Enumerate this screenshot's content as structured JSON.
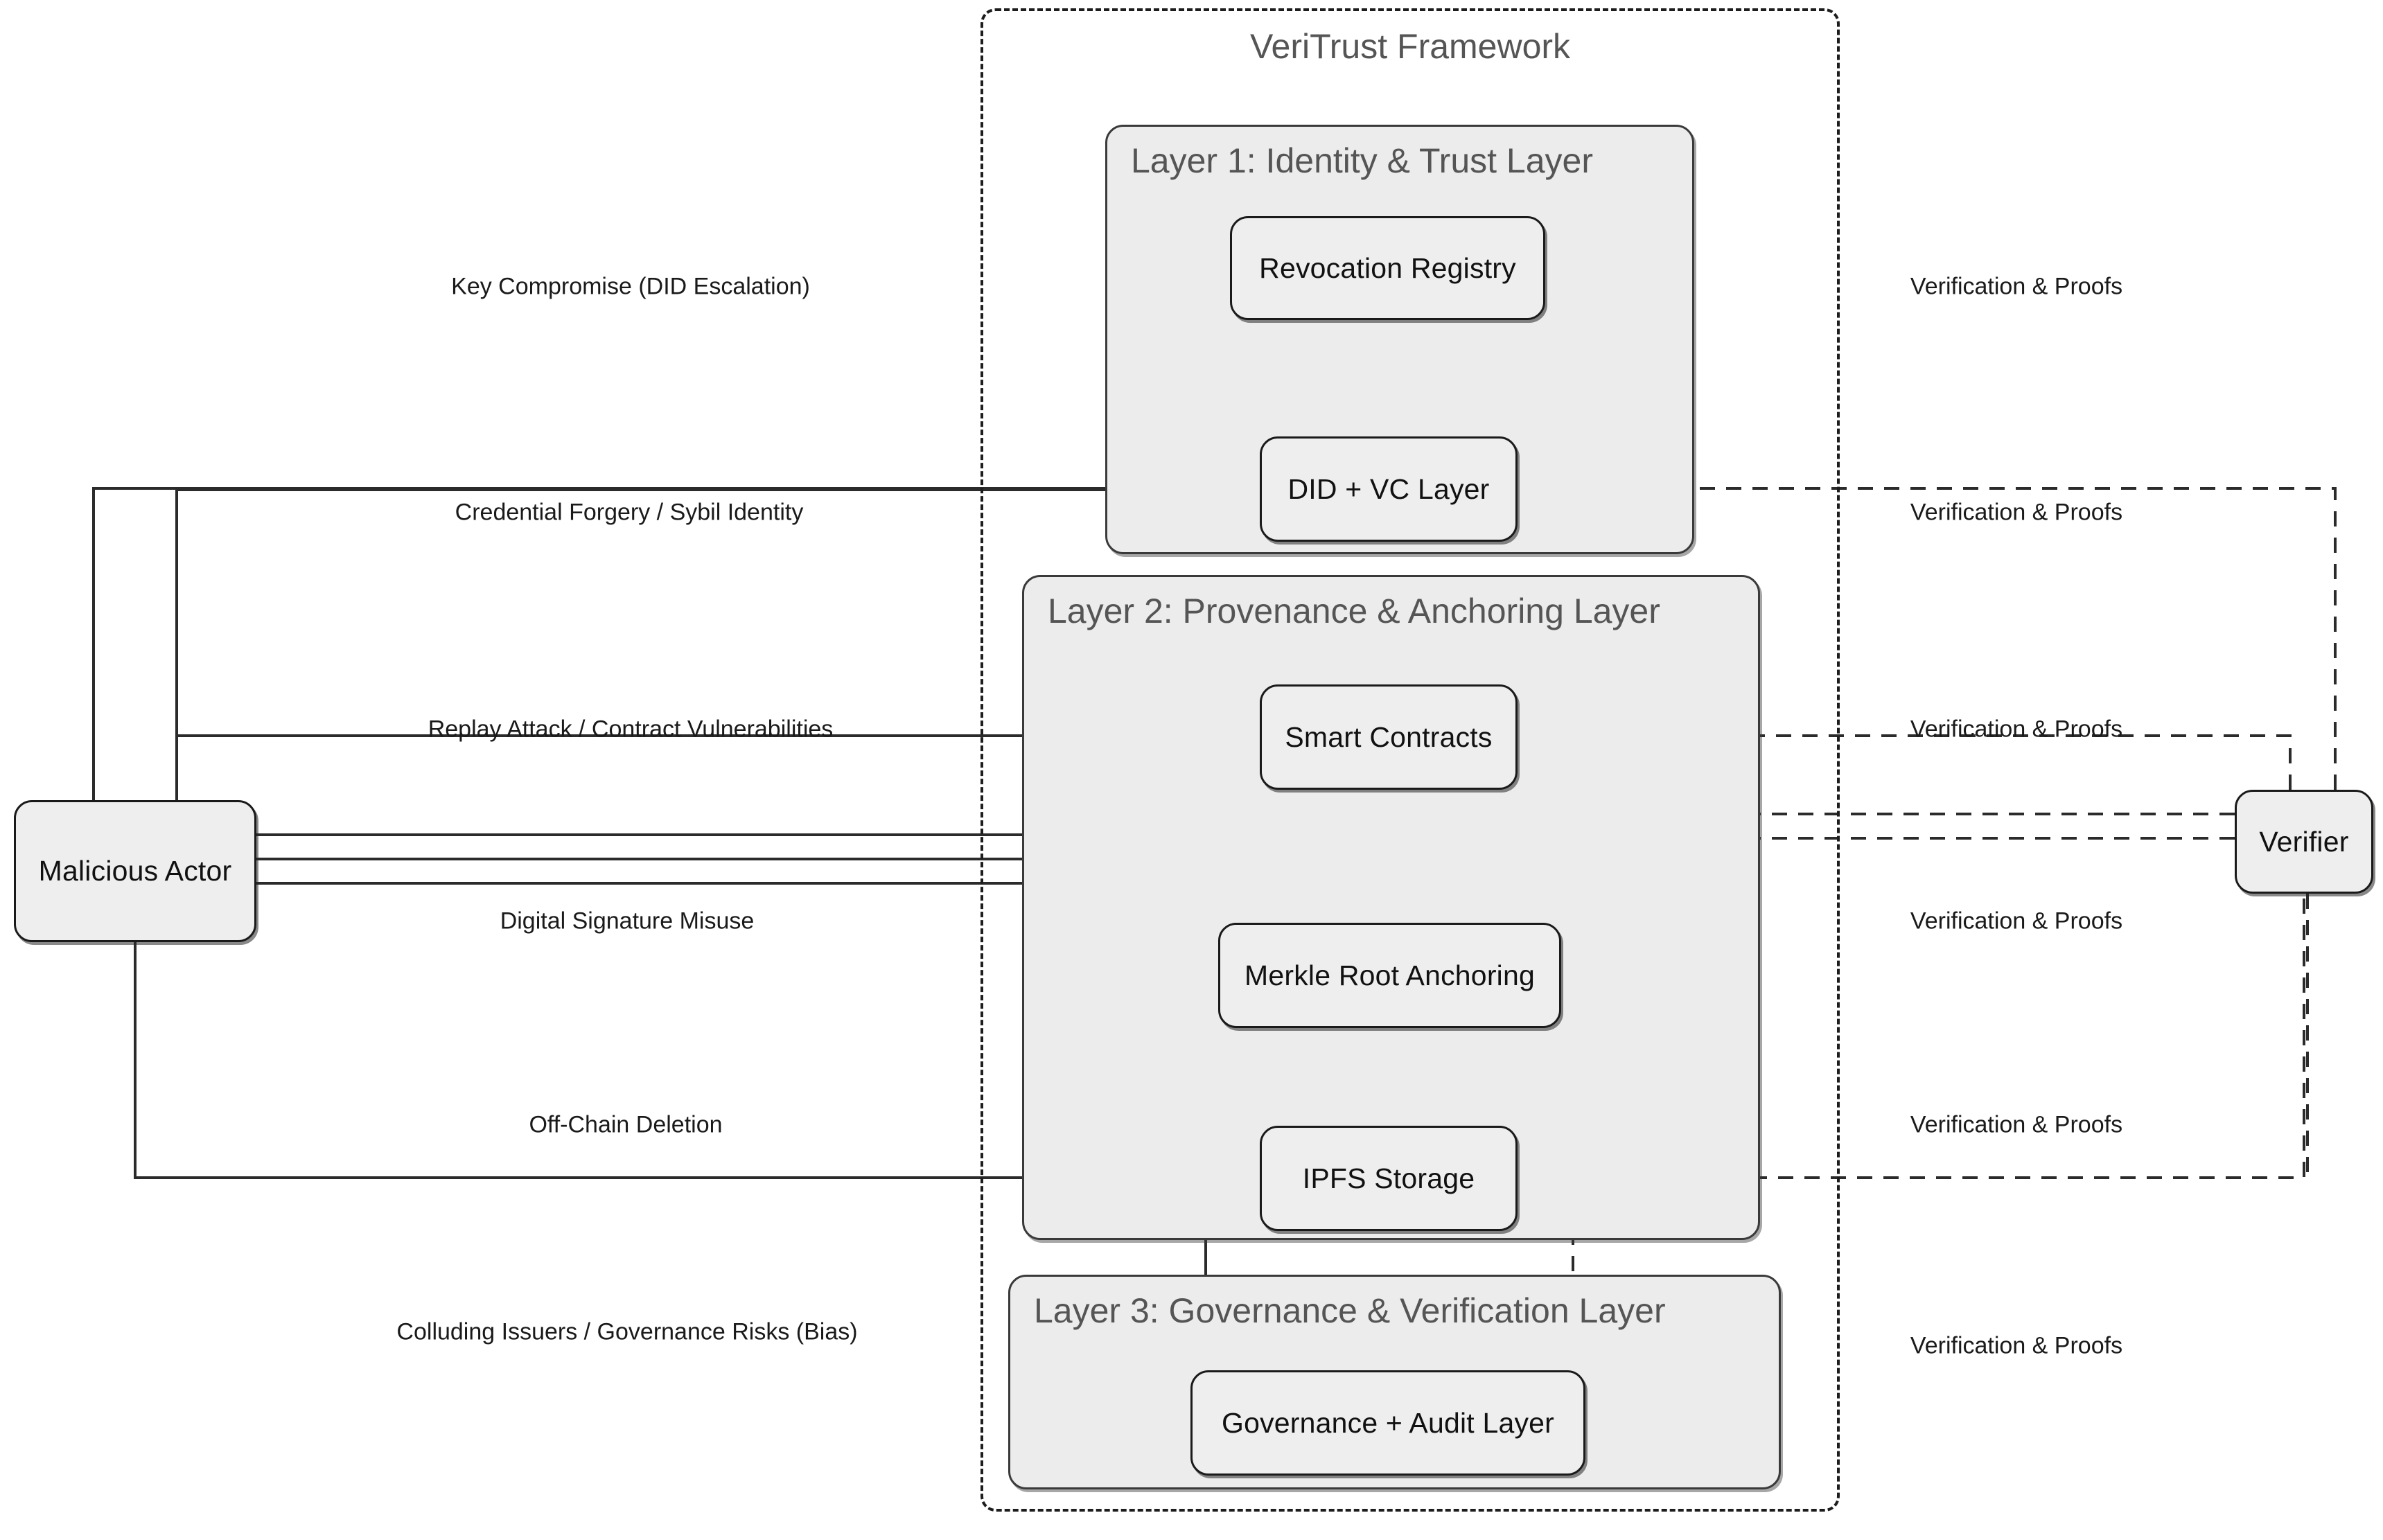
{
  "diagram": {
    "title": "VeriTrust Framework threat and verification flow diagram",
    "framework": {
      "title": "VeriTrust Framework"
    },
    "groups": [
      {
        "id": "layer1",
        "title": "Layer 1: Identity & Trust Layer"
      },
      {
        "id": "layer2",
        "title": "Layer 2: Provenance & Anchoring Layer"
      },
      {
        "id": "layer3",
        "title": "Layer 3: Governance & Verification Layer"
      }
    ],
    "nodes": [
      {
        "id": "malicious-actor",
        "label": "Malicious Actor"
      },
      {
        "id": "verifier",
        "label": "Verifier"
      },
      {
        "id": "revocation-registry",
        "label": "Revocation Registry"
      },
      {
        "id": "did-vc-layer",
        "label": "DID + VC Layer"
      },
      {
        "id": "smart-contracts",
        "label": "Smart Contracts"
      },
      {
        "id": "merkle-root-anchoring",
        "label": "Merkle Root Anchoring"
      },
      {
        "id": "ipfs-storage",
        "label": "IPFS Storage"
      },
      {
        "id": "governance-audit-layer",
        "label": "Governance + Audit Layer"
      }
    ],
    "attack_edges": [
      {
        "id": "key-compromise",
        "label": "Key Compromise (DID Escalation)"
      },
      {
        "id": "credential-forgery",
        "label": "Credential Forgery / Sybil Identity"
      },
      {
        "id": "replay-attack",
        "label": "Replay Attack / Contract Vulnerabilities"
      },
      {
        "id": "digital-signature-misuse",
        "label": "Digital Signature Misuse"
      },
      {
        "id": "off-chain-deletion",
        "label": "Off-Chain Deletion"
      },
      {
        "id": "colluding-issuers",
        "label": "Colluding Issuers / Governance Risks (Bias)"
      }
    ],
    "verification_edges": [
      {
        "id": "verification-proofs-1",
        "label": "Verification & Proofs"
      },
      {
        "id": "verification-proofs-2",
        "label": "Verification & Proofs"
      },
      {
        "id": "verification-proofs-3",
        "label": "Verification & Proofs"
      },
      {
        "id": "verification-proofs-4",
        "label": "Verification & Proofs"
      },
      {
        "id": "verification-proofs-5",
        "label": "Verification & Proofs"
      },
      {
        "id": "verification-proofs-6",
        "label": "Verification & Proofs"
      }
    ],
    "colors": {
      "node_fill": "#eeeeee",
      "group_fill": "#ececec",
      "stroke": "#1a1a1a",
      "group_title": "#555555",
      "background": "#ffffff"
    }
  }
}
